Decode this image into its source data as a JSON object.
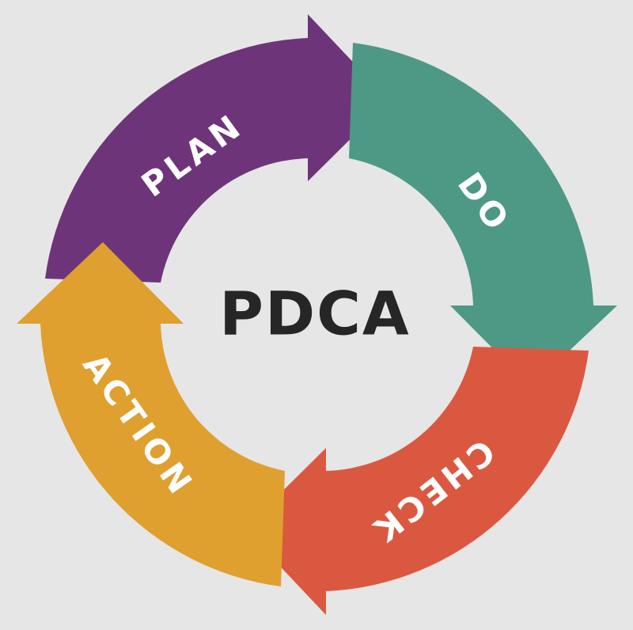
{
  "center_title": "PDCA",
  "segments": [
    {
      "key": "plan",
      "label": "PLAN",
      "color": "#6e3479"
    },
    {
      "key": "do",
      "label": "DO",
      "color": "#4e9886"
    },
    {
      "key": "check",
      "label": "CHECK",
      "color": "#db5840"
    },
    {
      "key": "action",
      "label": "ACTION",
      "color": "#dfa02f"
    }
  ],
  "background_color": "#e6e6e6",
  "title_color": "#262626"
}
